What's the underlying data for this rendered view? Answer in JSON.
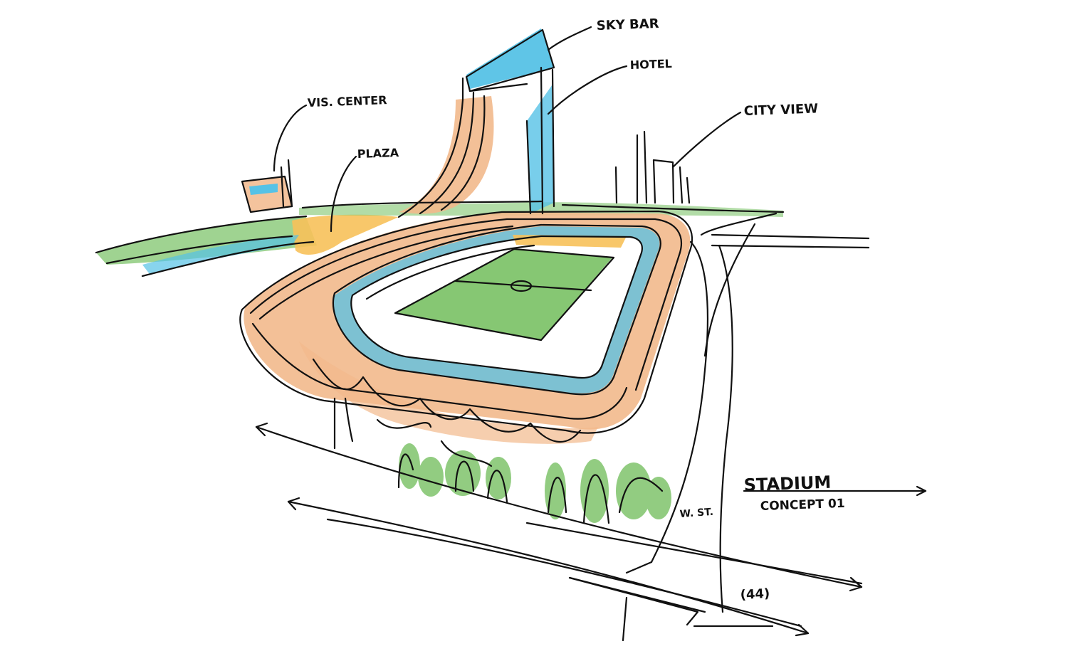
{
  "labels": {
    "sky_bar": "SKY BAR",
    "hotel": "HOTEL",
    "city_view": "CITY VIEW",
    "visitor_center": "VIS. CENTER",
    "plaza": "PLAZA",
    "title_line1": "STADIUM",
    "title_line2": "CONCEPT 01",
    "street": "W. ST.",
    "highway": "(44)"
  },
  "colors": {
    "tan": "#f2b98c",
    "blue": "#56c2e6",
    "green": "#7fc46c",
    "yellow": "#f7c15a",
    "ink": "#111111"
  }
}
